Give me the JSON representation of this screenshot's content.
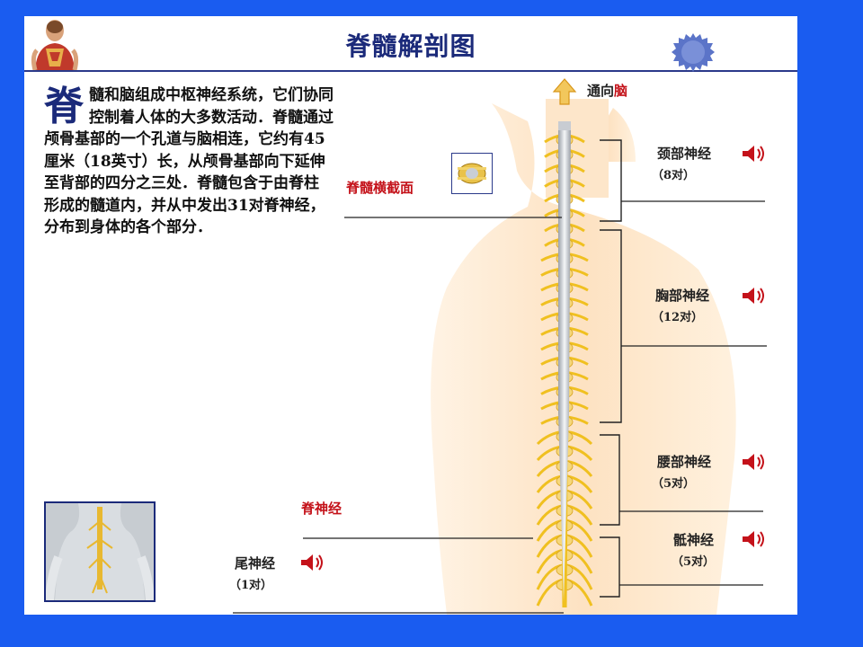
{
  "header": {
    "title": "脊髓解剖图"
  },
  "intro": {
    "drop_cap": "脊",
    "text": "髓和脑组成中枢神经系统，它们协同控制着人体的大多数活动．脊髓通过颅骨基部的一个孔道与脑相连，它约有45厘米（18英寸）长，从颅骨基部向下延伸至背部的四分之三处．脊髓包含于由脊柱形成的髓道内，并从中发出31对脊神经，分布到身体的各个部分．"
  },
  "figure": {
    "to_brain_prefix": "通向",
    "to_brain_word": "脑",
    "cross_section_label": "脊髓横截面",
    "spinal_nerve_label": "脊神经",
    "groups": [
      {
        "name": "颈部神经",
        "count": "（8对）"
      },
      {
        "name": "胸部神经",
        "count": "（12对）"
      },
      {
        "name": "腰部神经",
        "count": "（5对）"
      },
      {
        "name": "骶神经",
        "count": "（5对）"
      }
    ],
    "coccygeal": {
      "name": "尾神经",
      "count": "（1对）"
    }
  },
  "icons": {
    "speaker": "speaker-icon",
    "arrow": "up-arrow-icon",
    "logo": "anatomy-logo-icon",
    "seal": "seal-badge-icon"
  },
  "colors": {
    "background": "#1a5cf0",
    "title": "#1b2a7a",
    "label_red": "#c4121a",
    "nerve": "#f0c020",
    "skin": "#fbe3c4"
  }
}
